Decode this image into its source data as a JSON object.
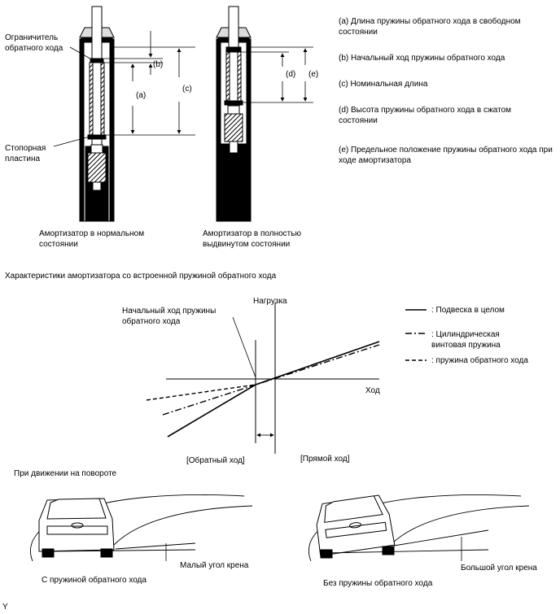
{
  "shock_diagrams": {
    "left": {
      "label_rebound_stopper": "Ограничитель обратного хода",
      "label_stopper_plate": "Стопорная пластина",
      "caption": "Амортизатор в нормальном состоянии",
      "dim_a": "(a)",
      "dim_b": "(b)",
      "dim_c": "(c)"
    },
    "right": {
      "caption": "Амортизатор в полностью выдвинутом состоянии",
      "dim_d": "(d)",
      "dim_e": "(e)"
    }
  },
  "legend_items": [
    "(a) Длина пружины обратного хода в свободном состоянии",
    "(b) Начальный ход пружины обратного хода",
    "(c) Номинальная длина",
    "(d) Высота пружины обратного хода в сжатом состоянии",
    "(e) Предельное положение пружины обратного хода при ходе амортизатора"
  ],
  "graph": {
    "section_title": "Характеристики амортизатора со встроенной пружиной обратного хода",
    "y_axis_label": "Нагрузка",
    "x_axis_label": "Ход",
    "initial_stroke_label": "Начальный ход пружины обратного хода",
    "rebound_label": "[Обратный ход]",
    "compression_label": "[Прямой ход]",
    "legend": {
      "solid": ": Подвеска в целом",
      "dash_dot": ": Цилиндрическая винтовая пружина",
      "dashed": ": пружина обратного хода"
    }
  },
  "cornering": {
    "title": "При движении на повороте",
    "left_angle": "Малый угол крена",
    "left_caption": "С пружиной обратного хода",
    "right_angle": "Большой угол крена",
    "right_caption": "Без пружины обратного хода"
  },
  "corner_mark": "Y"
}
